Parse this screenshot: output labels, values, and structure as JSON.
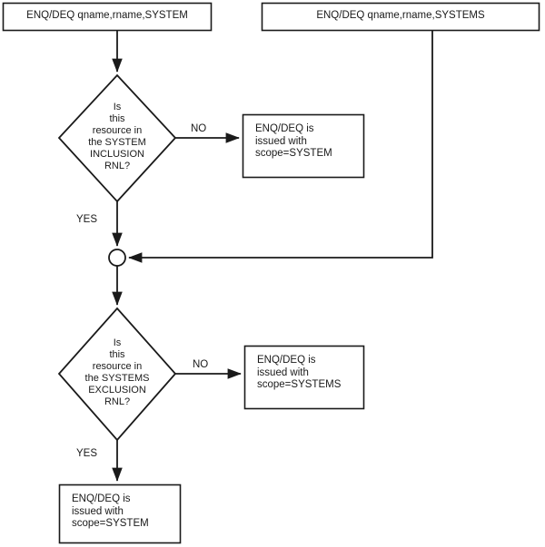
{
  "diagram": {
    "title": "ENQ/DEQ scope resolution flowchart",
    "type": "flowchart",
    "background_color": "#ffffff",
    "stroke_color": "#1a1a1a",
    "nodes": [
      {
        "id": "start_system",
        "shape": "rectangle",
        "text": "ENQ/DEQ qname,rname,SYSTEM"
      },
      {
        "id": "start_systems",
        "shape": "rectangle",
        "text": "ENQ/DEQ qname,rname,SYSTEMS"
      },
      {
        "id": "decision_inclusion",
        "shape": "diamond",
        "text": "Is\nthis\nresource in\nthe SYSTEM\nINCLUSION\nRNL?"
      },
      {
        "id": "result_scope_system_top",
        "shape": "rectangle",
        "text": "ENQ/DEQ is\nissued with\nscope=SYSTEM"
      },
      {
        "id": "merge_junction",
        "shape": "circle",
        "text": ""
      },
      {
        "id": "decision_exclusion",
        "shape": "diamond",
        "text": "Is\nthis\nresource in\nthe SYSTEMS\nEXCLUSION\nRNL?"
      },
      {
        "id": "result_scope_systems",
        "shape": "rectangle",
        "text": "ENQ/DEQ is\nissued with\nscope=SYSTEMS"
      },
      {
        "id": "result_scope_system_bottom",
        "shape": "rectangle",
        "text": "ENQ/DEQ is\nissued with\nscope=SYSTEM"
      }
    ],
    "edge_labels": {
      "inclusion_no": "NO",
      "inclusion_yes": "YES",
      "exclusion_no": "NO",
      "exclusion_yes": "YES"
    },
    "edges": [
      {
        "from": "start_system",
        "to": "decision_inclusion",
        "label": ""
      },
      {
        "from": "decision_inclusion",
        "to": "result_scope_system_top",
        "label": "NO"
      },
      {
        "from": "decision_inclusion",
        "to": "merge_junction",
        "label": "YES"
      },
      {
        "from": "start_systems",
        "to": "merge_junction",
        "label": ""
      },
      {
        "from": "merge_junction",
        "to": "decision_exclusion",
        "label": ""
      },
      {
        "from": "decision_exclusion",
        "to": "result_scope_systems",
        "label": "NO"
      },
      {
        "from": "decision_exclusion",
        "to": "result_scope_system_bottom",
        "label": "YES"
      }
    ]
  }
}
